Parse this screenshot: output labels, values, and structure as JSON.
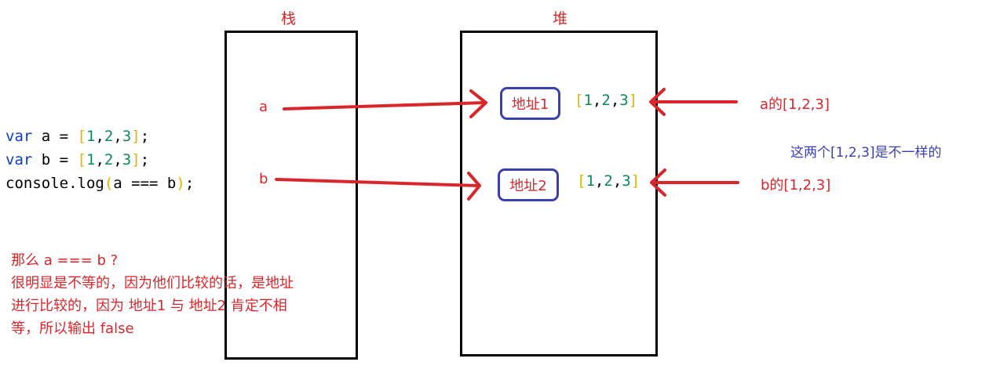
{
  "stack": {
    "title": "栈",
    "var_a": "a",
    "var_b": "b"
  },
  "heap": {
    "title": "堆",
    "row1": {
      "address": "地址1",
      "array": [
        "1",
        "2",
        "3"
      ]
    },
    "row2": {
      "address": "地址2",
      "array": [
        "1",
        "2",
        "3"
      ]
    }
  },
  "code": {
    "line1": {
      "kw": "var",
      "rest": " a = ",
      "nums": [
        "1",
        "2",
        "3"
      ],
      "end": ";"
    },
    "line2": {
      "kw": "var",
      "rest": " b = ",
      "nums": [
        "1",
        "2",
        "3"
      ],
      "end": ";"
    },
    "line3": {
      "pre": "console.log",
      "args": "a === b",
      "end": ";"
    }
  },
  "right_labels": {
    "a_array": "a的[1,2,3]",
    "b_array": "b的[1,2,3]",
    "note": "这两个[1,2,3]是不一样的"
  },
  "explanation": {
    "line1": "那么 a === b ?",
    "line2": "很明显是不等的，因为他们比较的话，是地址",
    "line3": "进行比较的，因为 地址1 与 地址2 肯定不相",
    "line4": "等，所以输出 false"
  },
  "colors": {
    "red": "#d9262b",
    "blue": "#3a3fb0",
    "keyword": "#0b3fbf",
    "number": "#0a8a5a",
    "bracket": "#e1b400"
  }
}
